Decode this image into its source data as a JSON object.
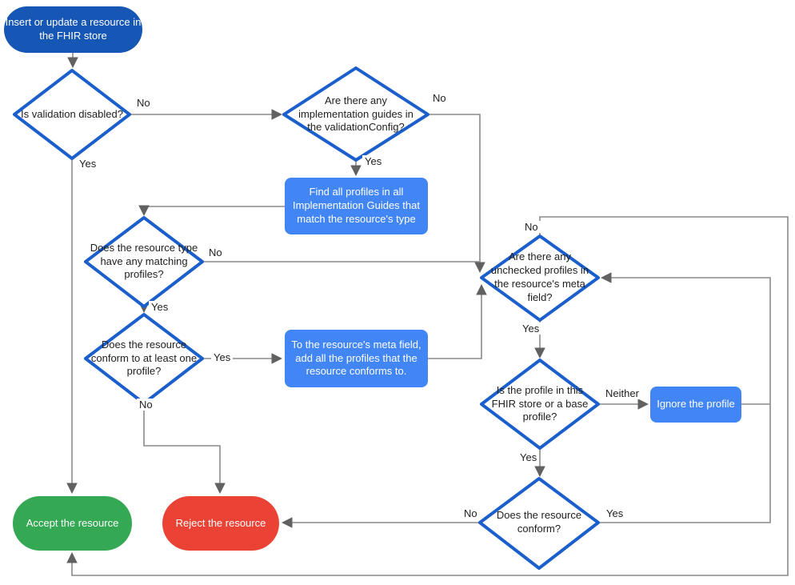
{
  "colors": {
    "terminal_blue": "#1656B4",
    "diamond_border": "#1A5FCB",
    "diamond_fill": "#FFFFFF",
    "process_blue": "#4285F4",
    "accept_green": "#34A853",
    "reject_red": "#EA4335",
    "connector_gray": "#8A8A8A",
    "arrowhead_gray": "#616161",
    "label_dark": "#212121",
    "node_text_light": "#FFFFFF"
  },
  "nodes": {
    "start": {
      "label": "Insert or update a resource in the FHIR store"
    },
    "is_validation_disabled": {
      "label": "Is validation disabled?"
    },
    "implementation_guides": {
      "label": "Are there any implementation guides in the validationConfig?"
    },
    "find_all_profiles": {
      "label": "Find all profiles in all Implementation Guides that match the resource's type"
    },
    "matching_profiles": {
      "label": "Does the resource type have any matching profiles?"
    },
    "conform_one_profile": {
      "label": "Does the resource conform to at least one profile?"
    },
    "add_profiles_meta": {
      "label": "To the resource's meta field, add all the profiles that the resource conforms to."
    },
    "unchecked_profiles": {
      "label": "Are there any unchecked profiles in the resource's meta field?"
    },
    "profile_in_store": {
      "label": "Is the profile in this FHIR store or a base profile?"
    },
    "ignore_profile": {
      "label": "Ignore the profile"
    },
    "does_resource_conform": {
      "label": "Does the resource conform?"
    },
    "accept": {
      "label": "Accept the resource"
    },
    "reject": {
      "label": "Reject the resource"
    }
  },
  "edge_labels": {
    "validation_no": "No",
    "validation_yes": "Yes",
    "guides_no": "No",
    "guides_yes": "Yes",
    "matching_no": "No",
    "matching_yes": "Yes",
    "conform_one_yes": "Yes",
    "conform_one_no": "No",
    "unchecked_no": "No",
    "unchecked_yes": "Yes",
    "profile_neither": "Neither",
    "profile_yes": "Yes",
    "conform_yes": "Yes",
    "conform_no": "No"
  }
}
